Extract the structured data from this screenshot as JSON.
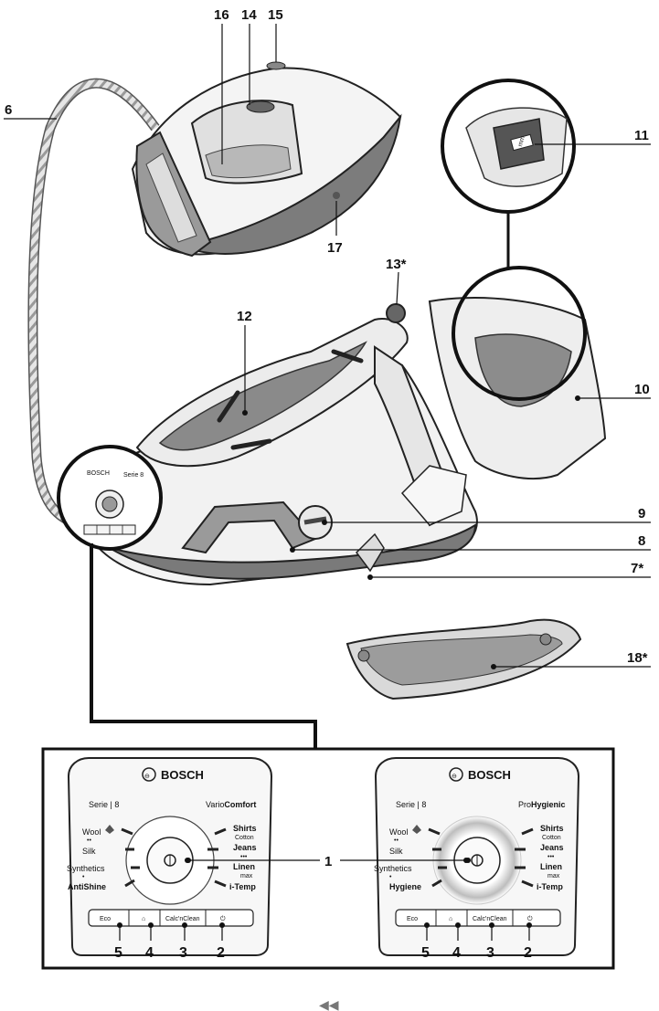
{
  "callouts": {
    "c16": "16",
    "c14": "14",
    "c15": "15",
    "c6": "6",
    "c11": "11",
    "c17": "17",
    "c13": "13*",
    "c12": "12",
    "c10": "10",
    "c9": "9",
    "c8": "8",
    "c7": "7*",
    "c18": "18*",
    "c1": "1"
  },
  "panels": [
    {
      "brand": "BOSCH",
      "series": "Serie | 8",
      "model_prefix": "Vario",
      "model_bold": "Comfort",
      "left_labels": [
        "Wool",
        "Silk",
        "Synthetics",
        "AntiShine"
      ],
      "left_dots": [
        "••",
        "",
        "•",
        ""
      ],
      "right_labels": [
        "Shirts",
        "Jeans",
        "Linen",
        "i-Temp"
      ],
      "right_sub": [
        "Cotton",
        "•••",
        "max",
        ""
      ],
      "buttons": [
        "Eco",
        "⌂",
        "Calc'nClean",
        "⏻"
      ],
      "numbers": [
        "5",
        "4",
        "3",
        "2"
      ]
    },
    {
      "brand": "BOSCH",
      "series": "Serie | 8",
      "model_prefix": "Pro",
      "model_bold": "Hygienic",
      "left_labels": [
        "Wool",
        "Silk",
        "Synthetics",
        "Hygiene"
      ],
      "left_dots": [
        "••",
        "",
        "•",
        ""
      ],
      "right_labels": [
        "Shirts",
        "Jeans",
        "Linen",
        "i-Temp"
      ],
      "right_sub": [
        "Cotton",
        "•••",
        "max",
        ""
      ],
      "buttons": [
        "Eco",
        "⌂",
        "Calc'nClean",
        "⏻"
      ],
      "numbers": [
        "5",
        "4",
        "3",
        "2"
      ]
    }
  ],
  "inset_dial_brand": "BOSCH",
  "inset_tag": "Serie 8",
  "nav": "◀◀"
}
